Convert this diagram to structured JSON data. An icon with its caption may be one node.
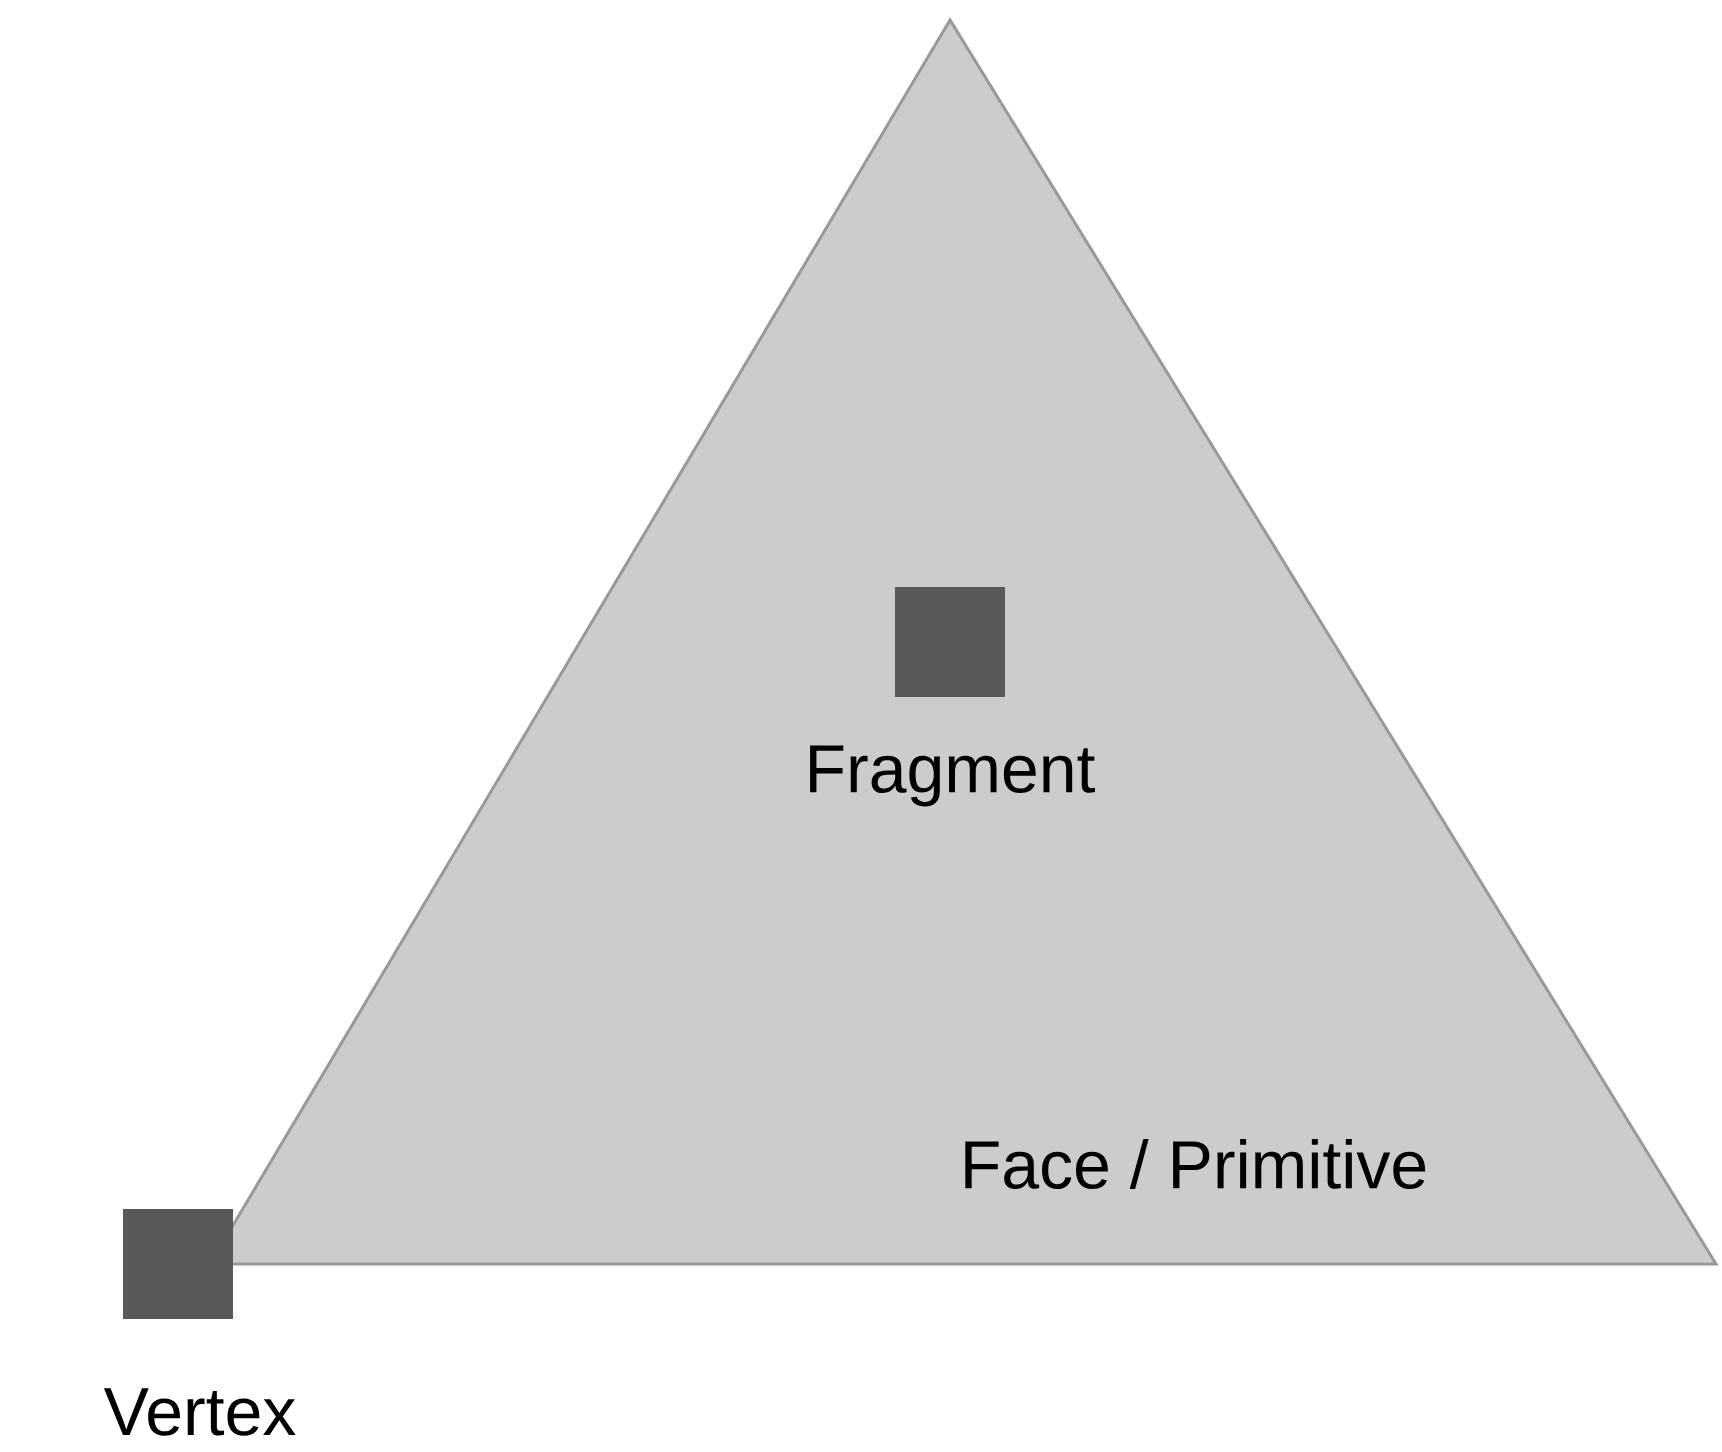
{
  "diagram": {
    "nodes": [
      {
        "text": [
          "Face / Primitive"
        ]
      },
      {
        "text": [],
        "shape": "box",
        "beside": [
          "Fragment"
        ],
        "in": 0
      },
      {
        "text": [],
        "shape": "box",
        "beside": [
          "Vertex"
        ]
      }
    ]
  }
}
